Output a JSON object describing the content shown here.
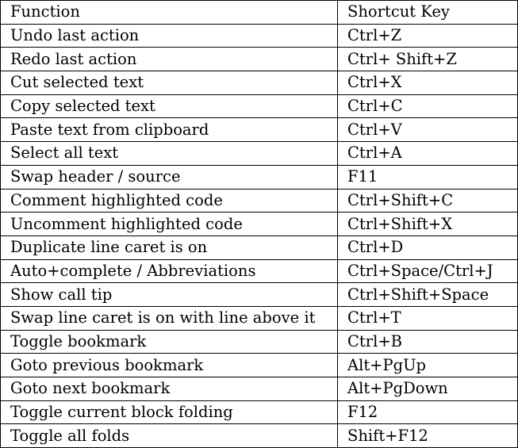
{
  "table": {
    "headers": [
      "Function",
      "Shortcut Key"
    ],
    "rows": [
      [
        "Undo last action",
        "Ctrl+Z"
      ],
      [
        "Redo last action",
        "Ctrl+ Shift+Z"
      ],
      [
        "Cut selected text",
        "Ctrl+X"
      ],
      [
        "Copy selected text",
        "Ctrl+C"
      ],
      [
        "Paste text from clipboard",
        "Ctrl+V"
      ],
      [
        "Select all text",
        "Ctrl+A"
      ],
      [
        "Swap header / source",
        "F11"
      ],
      [
        "Comment highlighted code",
        "Ctrl+Shift+C"
      ],
      [
        "Uncomment highlighted code",
        "Ctrl+Shift+X"
      ],
      [
        "Duplicate line caret is on",
        "Ctrl+D"
      ],
      [
        "Auto+complete / Abbreviations",
        "Ctrl+Space/Ctrl+J"
      ],
      [
        "Show call tip",
        "Ctrl+Shift+Space"
      ],
      [
        "Swap line caret is on with line above it",
        "Ctrl+T"
      ],
      [
        "Toggle bookmark",
        "Ctrl+B"
      ],
      [
        "Goto previous bookmark",
        "Alt+PgUp"
      ],
      [
        "Goto next bookmark",
        "Alt+PgDown"
      ],
      [
        "Toggle current block folding",
        "F12"
      ],
      [
        "Toggle all folds",
        "Shift+F12"
      ]
    ]
  }
}
